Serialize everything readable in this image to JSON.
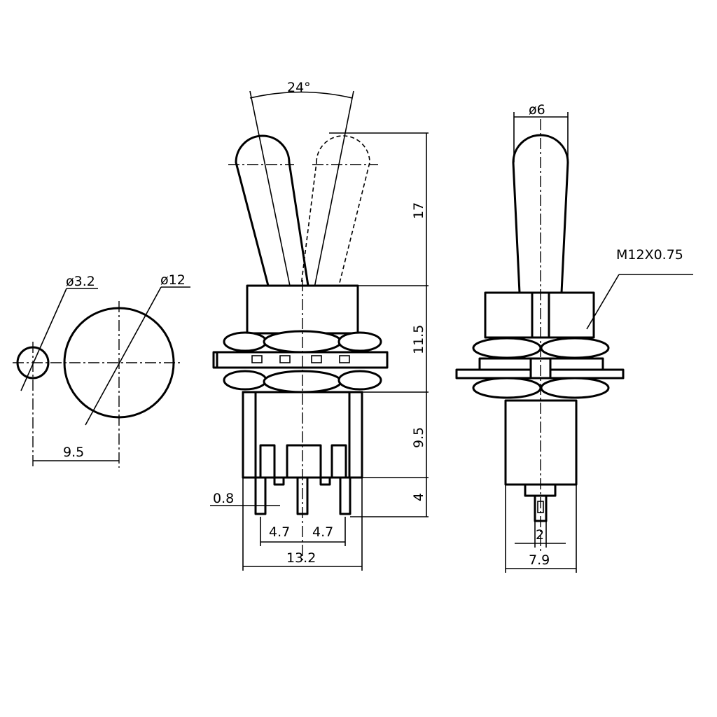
{
  "diagram": {
    "labels": {
      "phi_small": "ø3.2",
      "phi_large": "ø12",
      "panel_spacing": "9.5",
      "angle": "24°",
      "lever_length": "17",
      "bushing_height": "11.5",
      "body_height": "9.5",
      "pin_length": "4",
      "pin_width": "0.8",
      "pin_pitch_left": "4.7",
      "pin_pitch_right": "4.7",
      "body_width": "13.2",
      "lever_diameter": "ø6",
      "thread": "M12X0.75",
      "pin_thickness": "2",
      "body_depth": "7.9"
    }
  }
}
